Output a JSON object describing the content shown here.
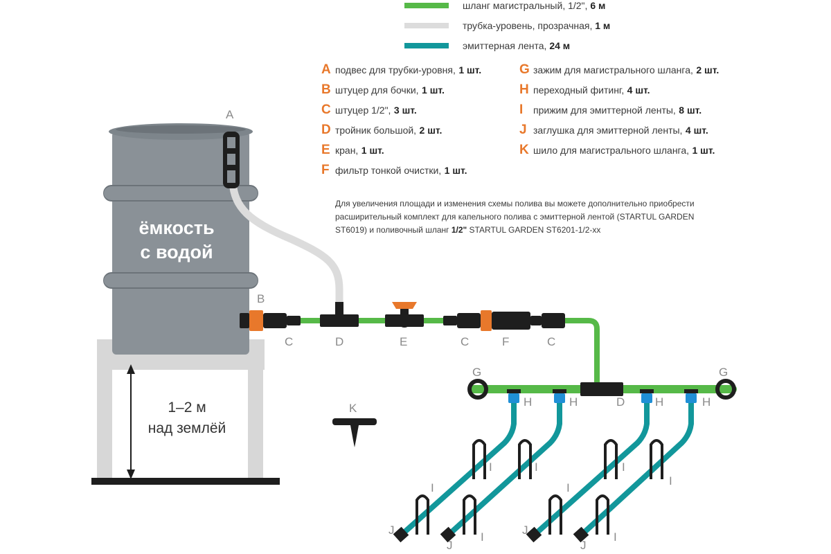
{
  "colors": {
    "main_hose": "#56b948",
    "level_tube": "#dcdcdc",
    "emitter_tape": "#12979b",
    "tank": "#8a9197",
    "stand": "#d7d7d7",
    "fitting": "#1e1e1e",
    "accent": "#e8782b",
    "emitter_head": "#1f8fd6",
    "letter_label": "#8a8a8a"
  },
  "legend": [
    {
      "color_key": "main_hose",
      "text": "шланг магистральный, 1/2\", ",
      "bold": "6 м"
    },
    {
      "color_key": "level_tube",
      "text": "трубка-уровень, прозрачная, ",
      "bold": "1 м"
    },
    {
      "color_key": "emitter_tape",
      "text": "эмиттерная лента, ",
      "bold": "24 м"
    }
  ],
  "parts_left": [
    {
      "letter": "A",
      "text": "подвес для трубки-уровня, ",
      "bold": "1 шт."
    },
    {
      "letter": "B",
      "text": "штуцер для бочки, ",
      "bold": "1 шт."
    },
    {
      "letter": "C",
      "text": "штуцер 1/2\", ",
      "bold": "3 шт."
    },
    {
      "letter": "D",
      "text": "тройник большой, ",
      "bold": "2 шт."
    },
    {
      "letter": "E",
      "text": "кран, ",
      "bold": "1 шт."
    },
    {
      "letter": "F",
      "text": "фильтр тонкой очистки, ",
      "bold": "1 шт."
    }
  ],
  "parts_right": [
    {
      "letter": "G",
      "text": "зажим для магистрального шланга, ",
      "bold": "2 шт."
    },
    {
      "letter": "H",
      "text": "переходный фитинг, ",
      "bold": "4 шт."
    },
    {
      "letter": "I",
      "text": "прижим для эмиттерной ленты, ",
      "bold": "8 шт."
    },
    {
      "letter": "J",
      "text": "заглушка для эмиттерной ленты, ",
      "bold": "4 шт."
    },
    {
      "letter": "K",
      "text": "шило для магистрального шланга, ",
      "bold": "1 шт."
    }
  ],
  "note": {
    "text": "Для увеличения площади и изменения схемы полива вы можете дополнительно приобрести расширительный комплект для капельного полива с эмиттерной лентой (STARTUL GARDEN ST6019) и поливочный шланг ",
    "bold": "1/2\"",
    "tail": " STARTUL GARDEN ST6201-1/2-xx"
  },
  "tank_label": {
    "line1": "ёмкость",
    "line2": "с водой"
  },
  "stand_label": {
    "line1": "1–2 м",
    "line2": "над землёй"
  },
  "diagram_labels": {
    "a": "A",
    "b": "B",
    "c": "C",
    "d": "D",
    "e": "E",
    "f": "F",
    "g": "G",
    "h": "H",
    "i": "I",
    "j": "J",
    "k": "K"
  }
}
